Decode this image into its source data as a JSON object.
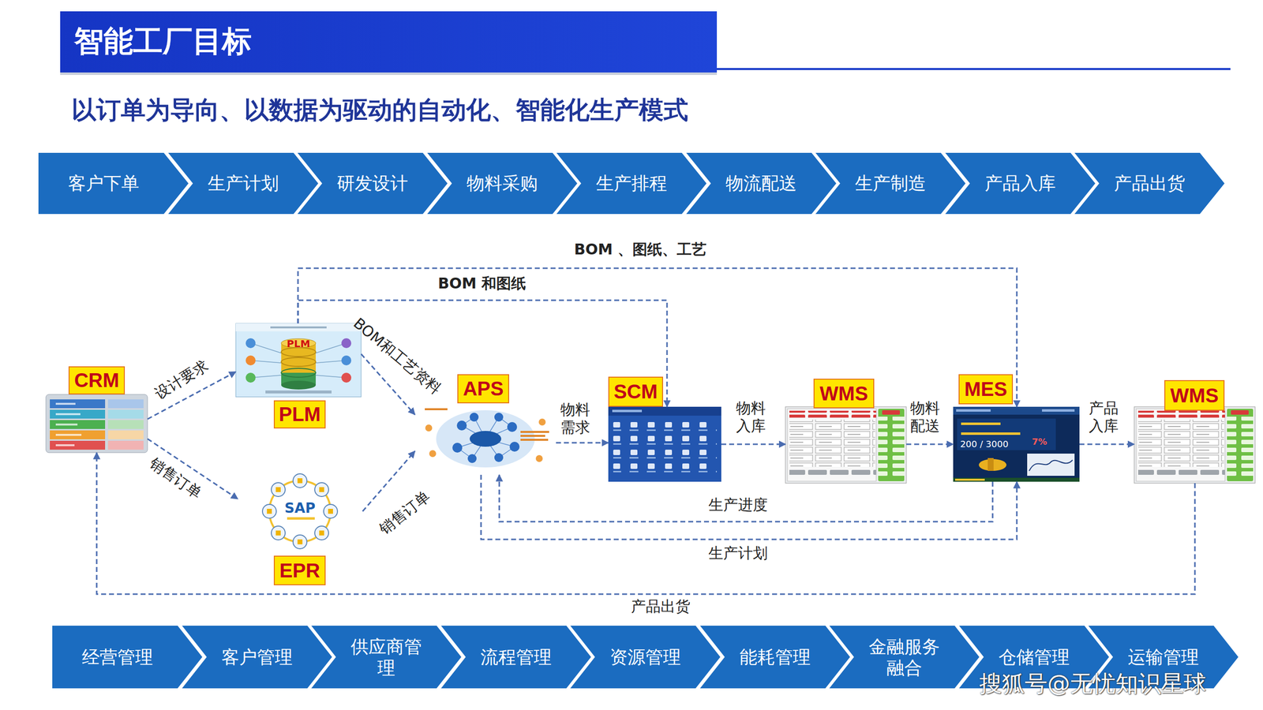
{
  "diagram": {
    "title": "智能工厂目标",
    "nodes": [
      {
        "text": [
          "客户下单"
        ]
      },
      {
        "text": [
          "生产计划"
        ]
      },
      {
        "text": [
          "研发设计"
        ]
      },
      {
        "text": [
          "物料采购"
        ]
      },
      {
        "text": [
          "生产排程"
        ]
      },
      {
        "text": [
          "物流配送"
        ]
      },
      {
        "text": [
          "生产制造"
        ]
      },
      {
        "text": [
          "产品入库"
        ]
      },
      {
        "text": [
          "产品出货"
        ]
      },
      {
        "text": [
          "CRM"
        ]
      },
      {
        "text": [
          "PLM"
        ]
      },
      {
        "text": [
          "EPR"
        ]
      },
      {
        "text": [
          "APS"
        ]
      },
      {
        "text": [
          "SCM"
        ]
      },
      {
        "text": [
          "WMS"
        ]
      },
      {
        "text": [
          "MES"
        ]
      },
      {
        "text": [
          "WMS"
        ]
      },
      {
        "text": [
          "经营管理"
        ]
      },
      {
        "text": [
          "客户管理"
        ]
      },
      {
        "text": [
          "供应商管理"
        ]
      },
      {
        "text": [
          "流程管理"
        ]
      },
      {
        "text": [
          "资源管理"
        ]
      },
      {
        "text": [
          "能耗管理"
        ]
      },
      {
        "text": [
          "金融服务融合"
        ]
      },
      {
        "text": [
          "仓储管理"
        ]
      },
      {
        "text": [
          "运输管理"
        ]
      }
    ],
    "edges": [
      {
        "from": 9,
        "to": 10,
        "label": "设计要求",
        "arrow": "to"
      },
      {
        "from": 9,
        "to": 11,
        "label": "销售订单",
        "arrow": "to"
      },
      {
        "from": 10,
        "to": 12,
        "label": "BOM和工艺资料",
        "arrow": "to"
      },
      {
        "from": 11,
        "to": 12,
        "label": "销售订单",
        "arrow": "to"
      },
      {
        "from": 12,
        "to": 13,
        "label": "物料需求",
        "arrow": "to"
      },
      {
        "from": 13,
        "to": 14,
        "label": "物料入库",
        "arrow": "to"
      },
      {
        "from": 14,
        "to": 15,
        "label": "物料配送",
        "arrow": "to"
      },
      {
        "from": 15,
        "to": 16,
        "label": "产品入库",
        "arrow": "to"
      },
      {
        "from": 10,
        "to": 13,
        "label": "BOM 和图纸",
        "arrow": "to"
      },
      {
        "from": 10,
        "to": 15,
        "label": "BOM 、图纸、工艺",
        "arrow": "to"
      },
      {
        "from": 15,
        "to": 12,
        "label": "生产进度",
        "arrow": "to"
      },
      {
        "from": 12,
        "to": 15,
        "label": "生产计划",
        "arrow": "to"
      },
      {
        "from": 16,
        "to": 9,
        "label": "产品出货",
        "arrow": "to"
      }
    ],
    "labels": [
      "以订单为导向、以数据为驱动的自动化、智能化生产模式",
      "PLM",
      "SAP",
      "200 / 3000",
      "7%",
      "搜狐号@无忧知识星球"
    ]
  }
}
